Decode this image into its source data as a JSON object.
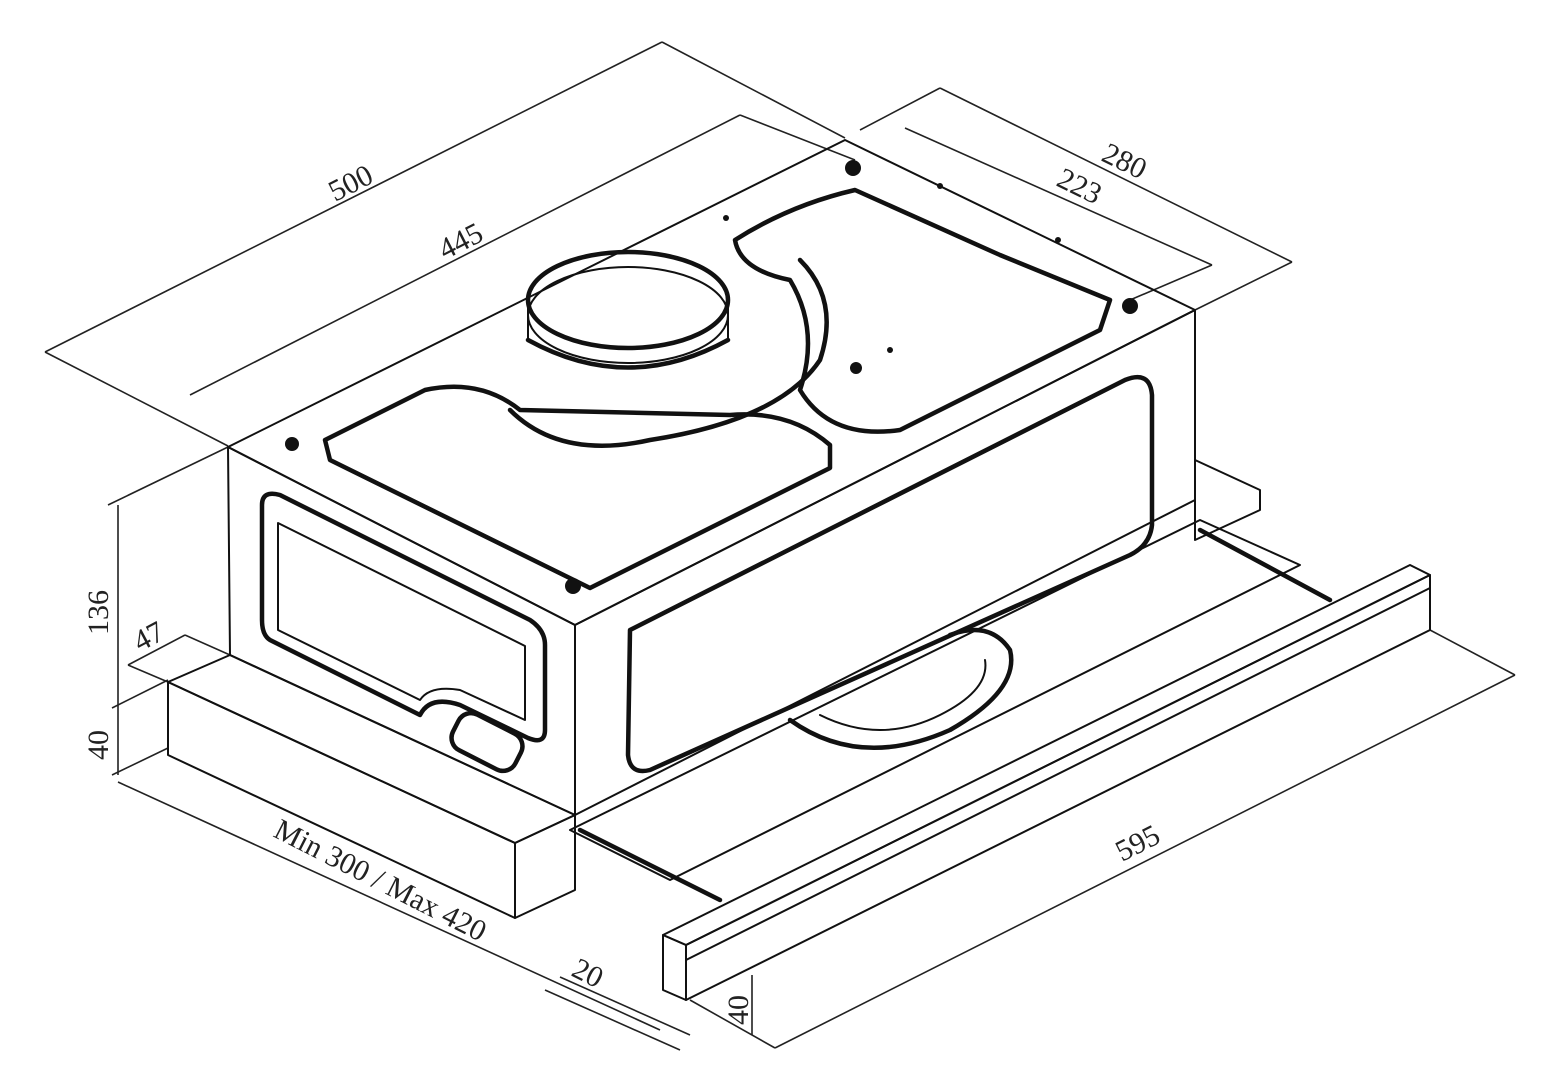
{
  "diagram": {
    "type": "technical-dimension-drawing",
    "subject": "telescopic cooker hood",
    "units_implied": "mm"
  },
  "dimensions": {
    "depth_total": "500",
    "depth_body": "445",
    "width_body_outer": "280",
    "width_body_inner": "223",
    "height_total": "136",
    "height_base": "40",
    "offset_47": "47",
    "extension_range": "Min 300 / Max 420",
    "front_gap": "20",
    "front_panel_height": "40",
    "front_panel_width": "595"
  },
  "colors": {
    "line": "#111111",
    "background": "#ffffff"
  }
}
